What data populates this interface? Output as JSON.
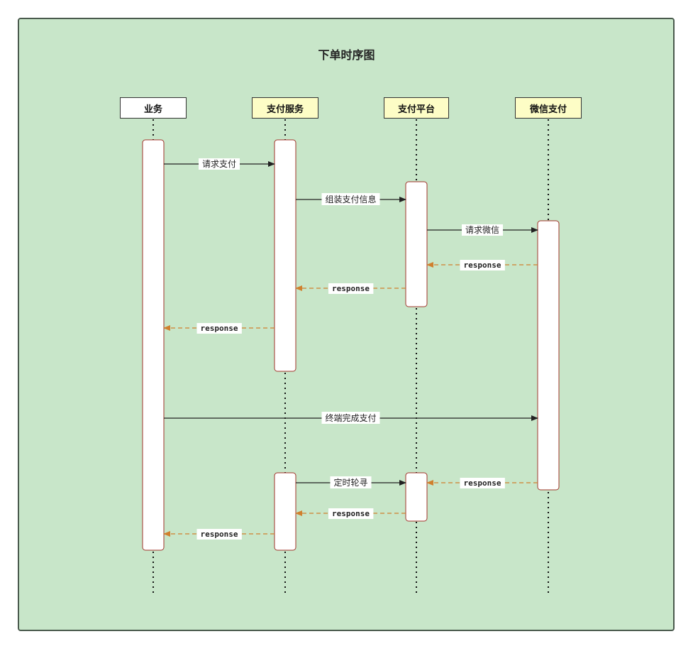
{
  "title": "下单时序图",
  "colors": {
    "background": "#c8e6c9",
    "activation_border": "#a0342a",
    "request_arrow": "#222222",
    "response_arrow": "#d0802e",
    "participant_plain": "#ffffff",
    "participant_highlight": "#fdfdc6"
  },
  "participants": [
    {
      "id": "biz",
      "label": "业务",
      "style": "plain"
    },
    {
      "id": "paysvc",
      "label": "支付服务",
      "style": "highlight"
    },
    {
      "id": "payplat",
      "label": "支付平台",
      "style": "highlight"
    },
    {
      "id": "wechat",
      "label": "微信支付",
      "style": "highlight"
    }
  ],
  "messages": [
    {
      "from": "biz",
      "to": "paysvc",
      "label": "请求支付",
      "kind": "request"
    },
    {
      "from": "paysvc",
      "to": "payplat",
      "label": "组装支付信息",
      "kind": "request"
    },
    {
      "from": "payplat",
      "to": "wechat",
      "label": "请求微信",
      "kind": "request"
    },
    {
      "from": "wechat",
      "to": "payplat",
      "label": "response",
      "kind": "response"
    },
    {
      "from": "payplat",
      "to": "paysvc",
      "label": "response",
      "kind": "response"
    },
    {
      "from": "paysvc",
      "to": "biz",
      "label": "response",
      "kind": "response"
    },
    {
      "from": "biz",
      "to": "wechat",
      "label": "终端完成支付",
      "kind": "request"
    },
    {
      "from": "paysvc",
      "to": "payplat",
      "label": "定时轮寻",
      "kind": "request"
    },
    {
      "from": "wechat",
      "to": "payplat",
      "label": "response",
      "kind": "response"
    },
    {
      "from": "payplat",
      "to": "paysvc",
      "label": "response",
      "kind": "response"
    },
    {
      "from": "paysvc",
      "to": "biz",
      "label": "response",
      "kind": "response"
    }
  ]
}
